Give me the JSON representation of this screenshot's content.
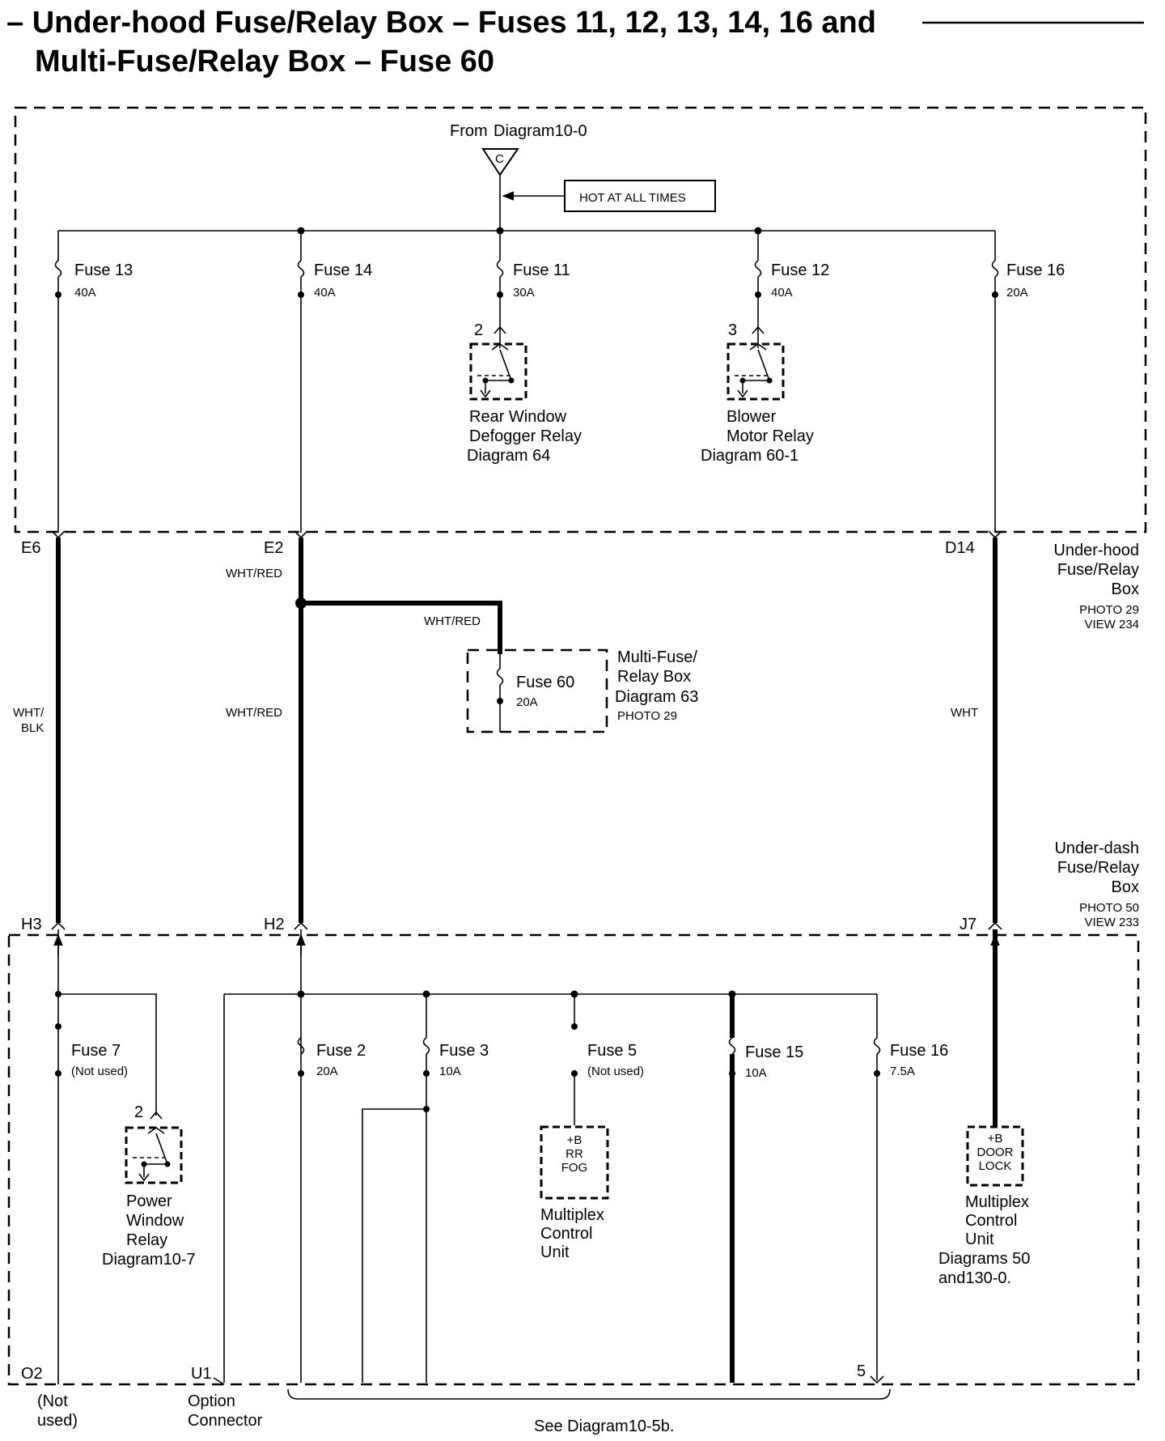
{
  "title": {
    "line1": "– Under-hood Fuse/Relay Box – Fuses 11, 12, 13, 14, 16 and",
    "line2": "Multi-Fuse/Relay Box – Fuse 60"
  },
  "top_source": {
    "from_label": "From",
    "diagram_ref": "Diagram10-0",
    "connector_letter": "C",
    "hot_label": "HOT AT ALL TIMES"
  },
  "underhood_fuses": [
    {
      "name": "Fuse 13",
      "rating": "40A"
    },
    {
      "name": "Fuse 14",
      "rating": "40A"
    },
    {
      "name": "Fuse 11",
      "rating": "30A"
    },
    {
      "name": "Fuse 12",
      "rating": "40A"
    },
    {
      "name": "Fuse 16",
      "rating": "20A"
    }
  ],
  "relays_top": [
    {
      "pin": "2",
      "line1": "Rear Window",
      "line2": "Defogger Relay",
      "line3": "Diagram 64"
    },
    {
      "pin": "3",
      "line1": "Blower",
      "line2": "Motor Relay",
      "line3": "Diagram 60-1"
    }
  ],
  "underhood_box": {
    "line1": "Under-hood",
    "line2": "Fuse/Relay",
    "line3": "Box",
    "photo": "PHOTO 29",
    "view": "VIEW 234",
    "terminals": [
      "E6",
      "E2",
      "D14"
    ]
  },
  "wires": {
    "left": "WHT/",
    "left2": "BLK",
    "mid_top": "WHT/RED",
    "branch": "WHT/RED",
    "mid": "WHT/RED",
    "right": "WHT"
  },
  "multi_fuse_box": {
    "fuse": "Fuse 60",
    "rating": "20A",
    "line1": "Multi-Fuse/",
    "line2": "Relay Box",
    "line3": "Diagram 63",
    "photo": "PHOTO 29"
  },
  "underdash_box": {
    "line1": "Under-dash",
    "line2": "Fuse/Relay",
    "line3": "Box",
    "photo": "PHOTO 50",
    "view": "VIEW 233",
    "terminals": [
      "H3",
      "H2",
      "J7"
    ]
  },
  "underdash_fuses": [
    {
      "name": "Fuse 7",
      "rating": "(Not used)"
    },
    {
      "name": "Fuse 2",
      "rating": "20A"
    },
    {
      "name": "Fuse 3",
      "rating": "10A"
    },
    {
      "name": "Fuse 5",
      "rating": "(Not used)"
    },
    {
      "name": "Fuse 15",
      "rating": "10A"
    },
    {
      "name": "Fuse 16",
      "rating": "7.5A"
    }
  ],
  "power_window_relay": {
    "pin": "2",
    "line1": "Power",
    "line2": "Window",
    "line3": "Relay",
    "line4": "Diagram10-7"
  },
  "mcu_fog": {
    "t1": "+B",
    "t2": "RR",
    "t3": "FOG",
    "line1": "Multiplex",
    "line2": "Control",
    "line3": "Unit"
  },
  "mcu_door": {
    "t1": "+B",
    "t2": "DOOR",
    "t3": "LOCK",
    "line1": "Multiplex",
    "line2": "Control",
    "line3": "Unit",
    "line4": "Diagrams  50",
    "line5": "and130-0."
  },
  "bottom": {
    "o2": "O2",
    "not1": "(Not",
    "not2": "used)",
    "u1": "U1",
    "opt1": "Option",
    "opt2": "Connector",
    "pin5": "5",
    "see": "See Diagram10-5b."
  }
}
